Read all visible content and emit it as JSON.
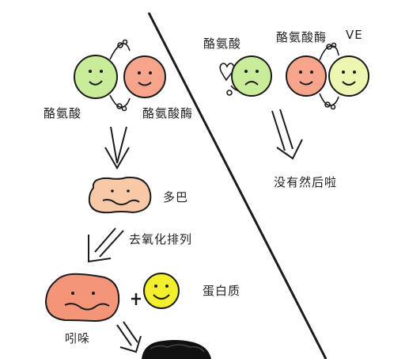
{
  "labels": {
    "tyrosine_left": "酪氨酸",
    "tyrosinase_left": "酪氨酸酶",
    "tyrosine_right": "酪氨酸",
    "tyrosinase_right": "酪氨酸酶",
    "ve": "VE",
    "nothing_happens": "没有然后啦",
    "dopa": "多巴",
    "desaturate": "去氧化排列",
    "protein": "蛋白质",
    "indole": "吲哚"
  },
  "colors": {
    "green_face": "#c9ec9a",
    "orange_face": "#f6a58c",
    "yellow_face": "#f4ef2c",
    "pale_yellow_face": "#eef5b0",
    "peach_blob": "#f9c8a6",
    "salmon_blob": "#f4957a",
    "ink": "#1b1b1b",
    "dark_blob": "#111111"
  }
}
